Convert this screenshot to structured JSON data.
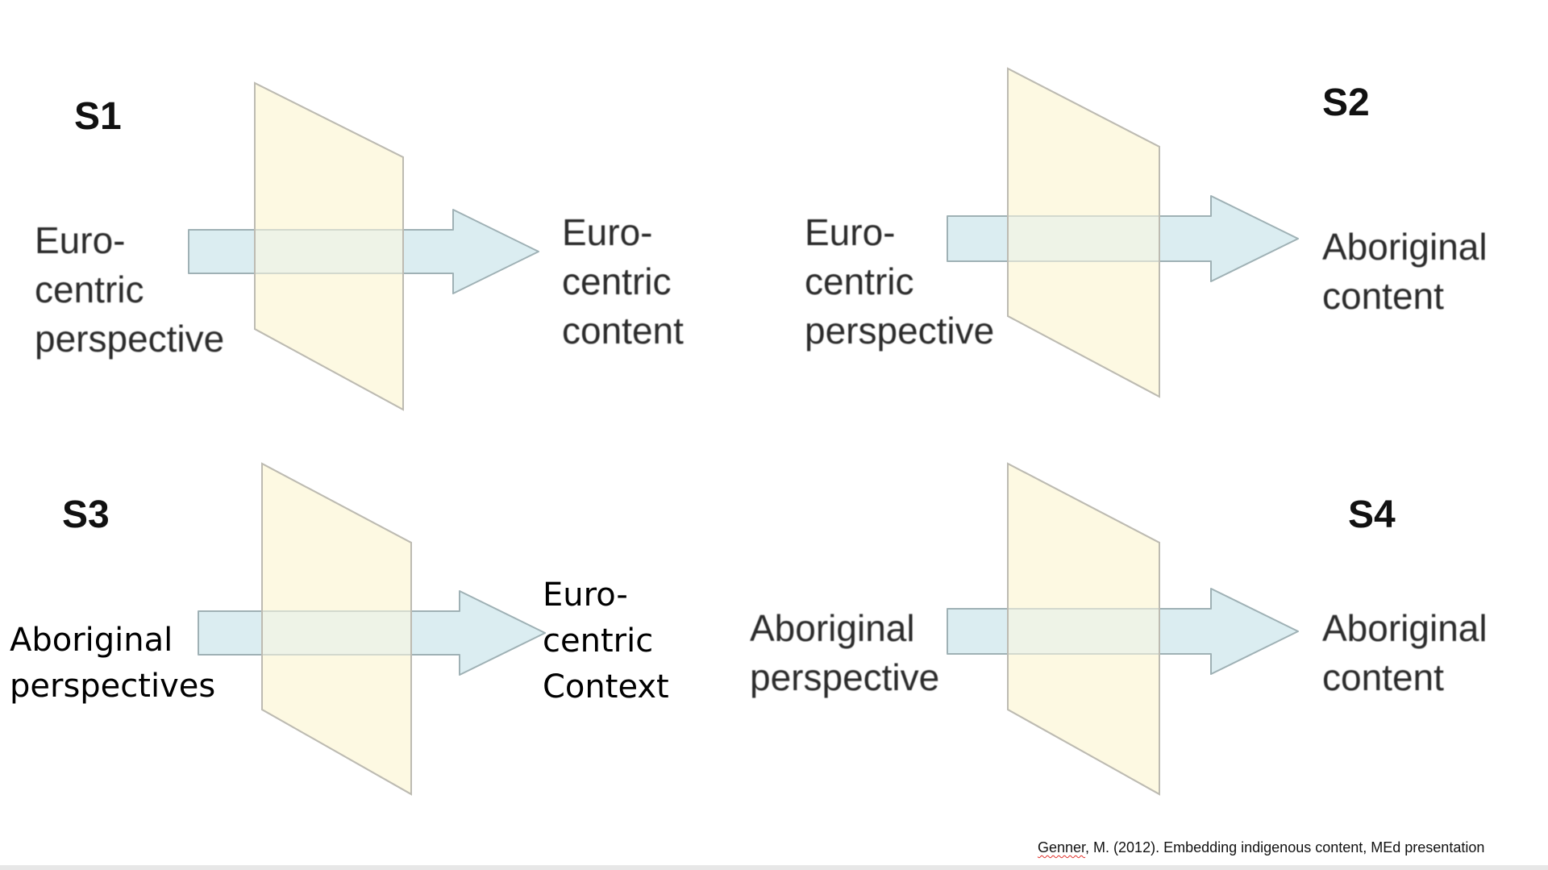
{
  "diagram": {
    "scenarios": [
      {
        "id": "S1",
        "input_lines": [
          "Euro-",
          "centric",
          "perspective"
        ],
        "output_lines": [
          "Euro-",
          "centric",
          "content"
        ]
      },
      {
        "id": "S2",
        "input_lines": [
          "Euro-",
          "centric",
          "perspective"
        ],
        "output_lines": [
          "Aboriginal",
          "content"
        ]
      },
      {
        "id": "S3",
        "input_lines": [
          "Aboriginal",
          "perspectives"
        ],
        "output_lines": [
          "Euro-",
          "centric",
          "Context"
        ]
      },
      {
        "id": "S4",
        "input_lines": [
          "Aboriginal",
          "perspective"
        ],
        "output_lines": [
          "Aboriginal",
          "content"
        ]
      }
    ],
    "colors": {
      "panel_fill": "#fdf9e2",
      "panel_stroke": "#bdbbb2",
      "arrow_fill": "#d5eaee",
      "arrow_stroke": "#9fb1b5"
    }
  },
  "citation": {
    "author": "Genner",
    "rest": ", M. (2012). Embedding indigenous content, MEd presentation"
  }
}
